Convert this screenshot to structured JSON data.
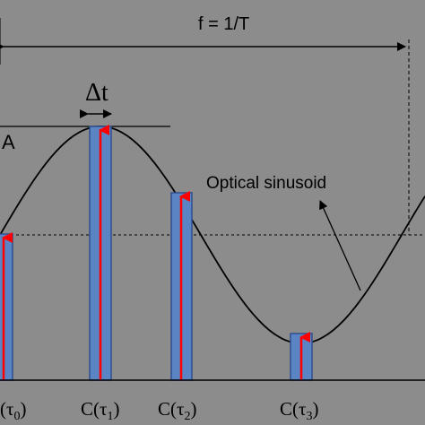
{
  "top_label": "f = 1/T",
  "delta_label": "Δt",
  "amplitude_label": "A",
  "curve_label": "Optical sinusoid",
  "samples": [
    {
      "label_main": "C(τ",
      "label_sub": "0",
      "label_end": ")"
    },
    {
      "label_main": "C(τ",
      "label_sub": "1",
      "label_end": ")"
    },
    {
      "label_main": "C(τ",
      "label_sub": "2",
      "label_end": ")"
    },
    {
      "label_main": "C(τ",
      "label_sub": "3",
      "label_end": ")"
    }
  ],
  "colors": {
    "background": "#8c8c8c",
    "curve": "#000000",
    "bar_fill": "#5b84c4",
    "bar_stroke": "#2f4f8f",
    "arrow": "#ff0000"
  }
}
